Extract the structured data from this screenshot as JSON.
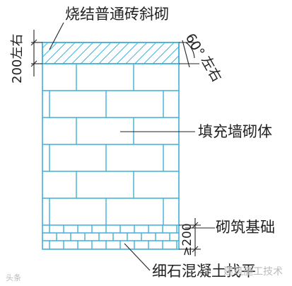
{
  "labels": {
    "top_material": "烧结普通砖斜砌",
    "left_height": "200左右",
    "angle": "60°",
    "angle_note": "左右",
    "infill": "填充墙砌体",
    "base_height": "≥200",
    "base_material": "砌筑基础",
    "bottom_material": "细石混凝土找平"
  },
  "watermark": {
    "left": "头条",
    "right": "建筑施工技术"
  },
  "colors": {
    "brick_line": "#3fb1d6",
    "text": "#222222"
  }
}
